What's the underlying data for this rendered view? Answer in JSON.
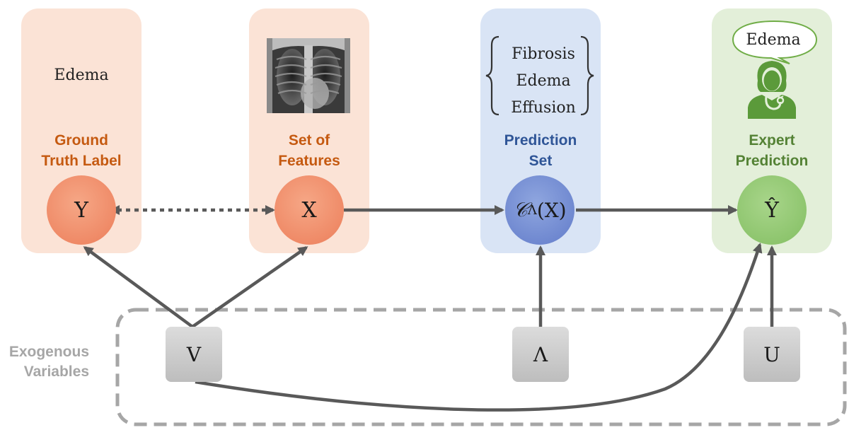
{
  "ground_truth": {
    "example_label": "Edema",
    "title_line1": "Ground",
    "title_line2": "Truth Label",
    "node_symbol": "Y"
  },
  "features": {
    "title_line1": "Set of",
    "title_line2": "Features",
    "node_symbol": "X"
  },
  "prediction_set": {
    "items": [
      "Fibrosis",
      "Edema",
      "Effusion"
    ],
    "title_line1": "Prediction",
    "title_line2": "Set",
    "node_symbol": "𝒞",
    "node_subscript": "Λ",
    "node_argument": "(X)"
  },
  "expert": {
    "speech_text": "Edema",
    "title_line1": "Expert",
    "title_line2": "Prediction",
    "node_symbol": "Ŷ"
  },
  "exogenous": {
    "label_line1": "Exogenous",
    "label_line2": "Variables",
    "v": "V",
    "lambda": "Λ",
    "u": "U"
  },
  "colors": {
    "orange_title": "#c55a11",
    "blue_title": "#2f5597",
    "green_title": "#548235",
    "arrow": "#595959",
    "exo_label": "#a6a6a6",
    "doctor": "#5b9a3a"
  }
}
